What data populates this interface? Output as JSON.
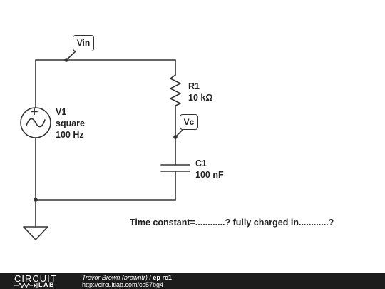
{
  "probes": {
    "vin": "Vin",
    "vc": "Vc"
  },
  "components": {
    "v1": {
      "name": "V1",
      "type": "square",
      "freq": "100 Hz"
    },
    "r1": {
      "name": "R1",
      "value": "10 kΩ"
    },
    "c1": {
      "name": "C1",
      "value": "100 nF"
    }
  },
  "question": "Time constant=............? fully charged in............?",
  "footer": {
    "logo_top": "CIRCUIT",
    "logo_bottom": "LAB",
    "author": "Trevor Brown (browntr)",
    "separator": " / ",
    "project": "ep rc1",
    "url": "http://circuitlab.com/cs57bg4"
  },
  "colors": {
    "wire": "#333333",
    "text": "#222222",
    "footer_bg": "#1c1c1c"
  }
}
